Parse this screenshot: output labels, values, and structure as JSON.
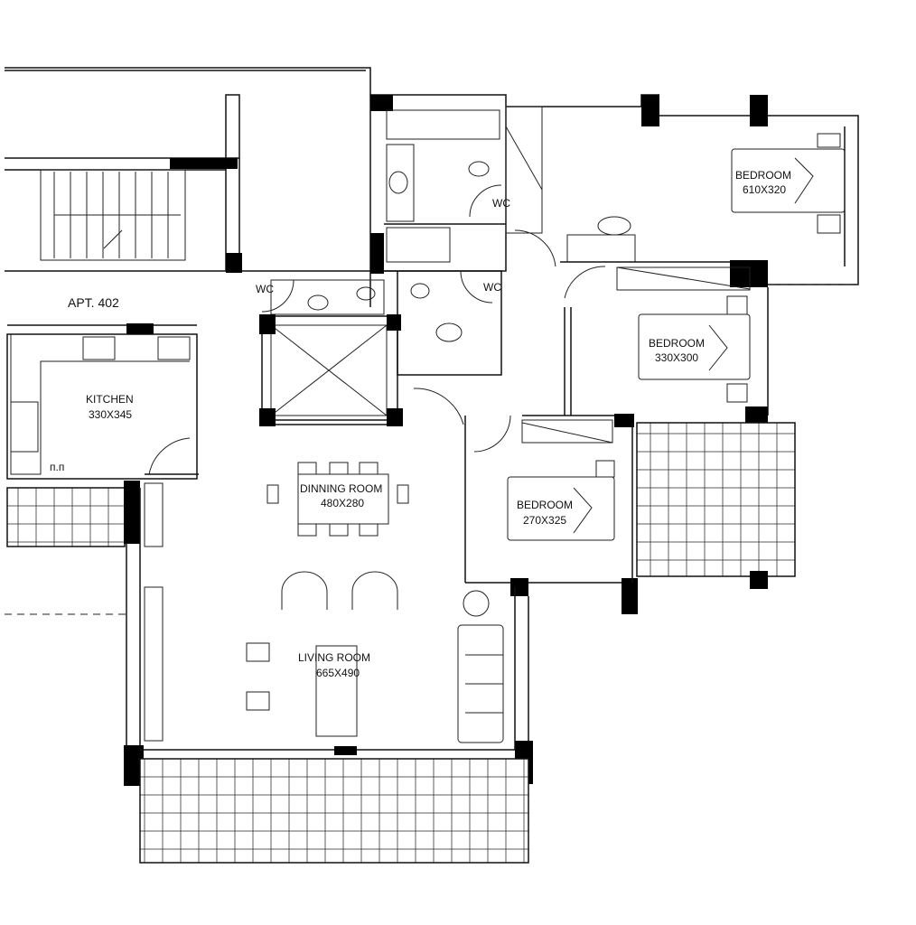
{
  "plan": {
    "apartment": "APT. 402",
    "rooms": [
      {
        "name": "BEDROOM",
        "size": "610X320"
      },
      {
        "name": "BEDROOM",
        "size": "330X300"
      },
      {
        "name": "BEDROOM",
        "size": "270X325"
      },
      {
        "name": "KITCHEN",
        "size": "330X345"
      },
      {
        "name": "DINNING ROOM",
        "size": "480X280"
      },
      {
        "name": "LIVING ROOM",
        "size": "665X490"
      }
    ],
    "wc_labels": [
      "WC",
      "WC",
      "WC"
    ],
    "kitchen_note": "п.п"
  }
}
